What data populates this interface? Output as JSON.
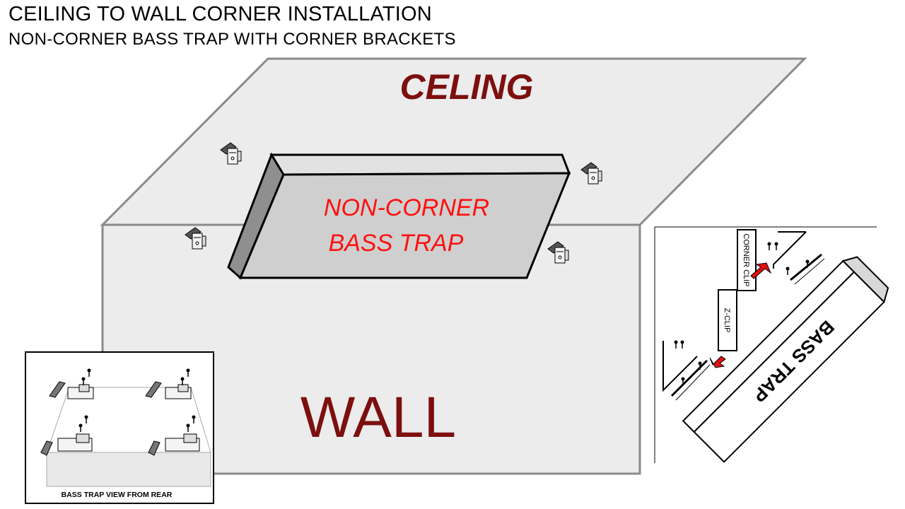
{
  "header": {
    "title": "CEILING TO WALL CORNER INSTALLATION",
    "subtitle": "NON-CORNER BASS TRAP WITH CORNER BRACKETS"
  },
  "diagram": {
    "ceiling_label": "CELING",
    "trap_label_line1": "NON-CORNER",
    "trap_label_line2": "BASS TRAP",
    "wall_label": "WALL"
  },
  "inset": {
    "caption": "BASS TRAP VIEW FROM REAR"
  },
  "side_view": {
    "corner_clip_label": "CORNER CLIP",
    "z_clip_label": "Z-CLIP",
    "bass_trap_label": "BASS TRAP"
  },
  "colors": {
    "surface": "#ececec",
    "outline": "#8a8a8a",
    "dark_red": "#7d0f0f",
    "red": "#ff1010"
  }
}
